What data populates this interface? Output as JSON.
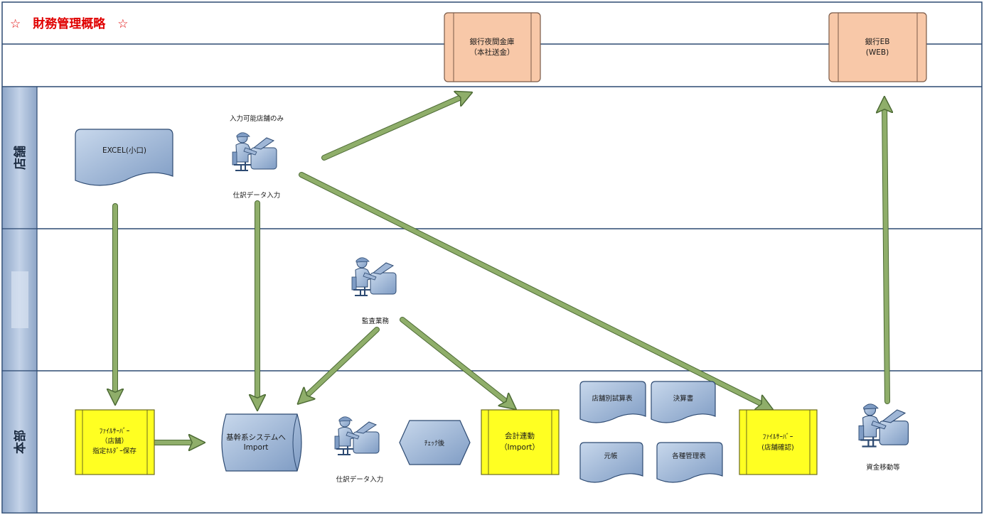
{
  "title": "☆　財務管理概略　☆",
  "lanes": {
    "store": "店舗",
    "hq": "本部"
  },
  "boxes": {
    "bank_night": [
      "銀行夜間金庫",
      "（本社送金）"
    ],
    "bank_eb": [
      "銀行EB",
      "(WEB)"
    ],
    "excel": "EXCEL(小口)",
    "fileserver_store": [
      "ﾌｧｲﾙｻｰﾊﾞｰ",
      "（店舗）",
      "指定ﾎﾙﾀﾞｰ保存"
    ],
    "core_system": [
      "基幹系システムへ",
      "Import"
    ],
    "check": "ﾁｪｯｸ後",
    "accounting": [
      "会計連動",
      "（Import）"
    ],
    "store_trial": "店舗別試算表",
    "financial": "決算書",
    "ledger": "元帳",
    "mgmt": "各種管理表",
    "fileserver_confirm": [
      "ﾌｧｲﾙｻｰﾊﾞｰ",
      "(店舗確認)"
    ]
  },
  "people": {
    "store_only": "入力可能店舗のみ",
    "store_entry": "仕訳データ入力",
    "audit": "監査業務",
    "hq_entry": "仕訳データ入力",
    "fund": "資金移動等"
  },
  "colors": {
    "peach": "#f8c8a8",
    "yellow": "#ffff22",
    "blue": "#9fb6d6",
    "arrow": "#8fae6a",
    "lane_header": "#a8bcd8",
    "title": "#e00000"
  }
}
